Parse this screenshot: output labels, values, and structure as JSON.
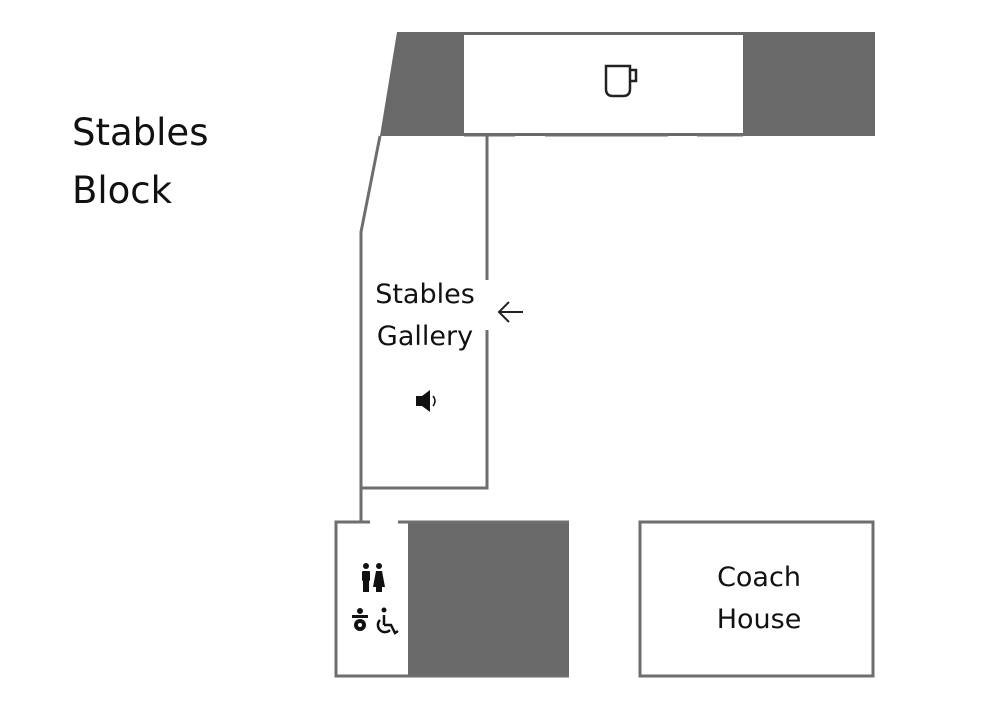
{
  "map": {
    "area_title_line1": "Stables",
    "area_title_line2": "Block",
    "rooms": {
      "gallery_line1": "Stables",
      "gallery_line2": "Gallery",
      "coach_line1": "Coach",
      "coach_line2": "House"
    },
    "icons": [
      "cafe-cup-icon",
      "entrance-arrow-icon",
      "audio-speaker-icon",
      "toilets-icon",
      "baby-change-icon",
      "accessible-toilet-icon"
    ],
    "colors": {
      "building_fill": "#696969",
      "wall": "#6e6e6e",
      "text": "#111111"
    }
  }
}
